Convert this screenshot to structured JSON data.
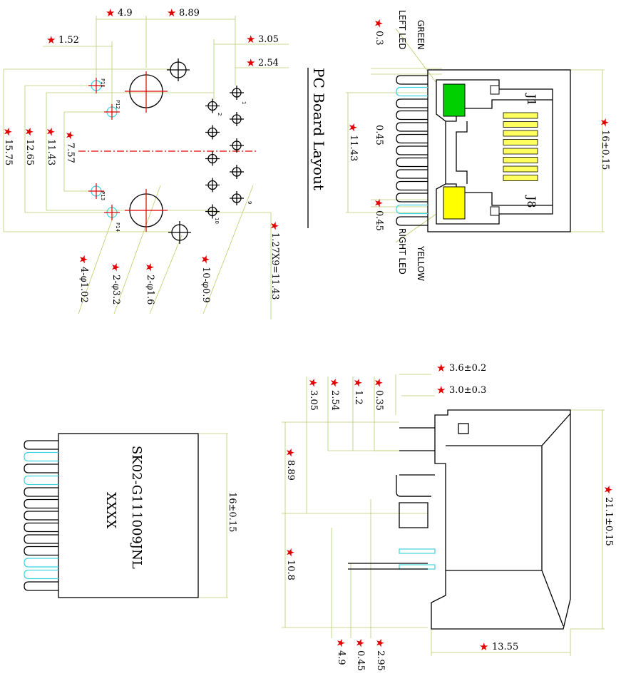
{
  "colors": {
    "dimension_line": "#b7cf6a",
    "star": "#e00000",
    "centerline": "#e00000",
    "pin": "#3fd3e0",
    "green_led": "#00d000",
    "yellow_led": "#ffff00",
    "contacts": "#ffff60"
  },
  "board_layout": {
    "title": "PC Board Layout",
    "dims": {
      "d4_9": "4.9",
      "d8_89": "8.89",
      "d1_52": "1.52",
      "d3_05": "3.05",
      "d2_54": "2.54",
      "d15_75": "15.75",
      "d12_65": "12.65",
      "d11_43": "11.43",
      "d7_57": "7.57",
      "d1_27x9": "1.27X9=11.43"
    },
    "holes": {
      "h4": "4-φ1.02",
      "h2a": "2-φ3.2",
      "h2b": "2-φ1.6",
      "h10": "10-φ0.9"
    },
    "pin_labels": {
      "p13a": "P11",
      "p12": "P12",
      "p13b": "P13",
      "p14": "P14",
      "n1": "1",
      "n2": "2",
      "n9": "9",
      "n10": "10"
    }
  },
  "front_view": {
    "label_green": "GREEN",
    "label_left_led": "LEFT LED",
    "label_yellow": "YELLOW",
    "label_right_led": "RIGHT LED",
    "label_j1": "J1",
    "label_j8": "J8",
    "dims": {
      "d0_3": "0.3",
      "d0_45a": "0.45",
      "d11_43": "11.43",
      "d0_45b": "0.45",
      "d16": "16±0.15"
    }
  },
  "top_view": {
    "part_number": "SK02-G111009JNL",
    "date_code": "XXXX",
    "dim": "16±0.15"
  },
  "side_view": {
    "dims": {
      "d3_6": "3.6±0.2",
      "d3_0": "3.0±0.3",
      "d3_05": "3.05",
      "d2_54": "2.54",
      "d1_2": "1.2",
      "d0_35": "0.35",
      "d8_89": "8.89",
      "d10_8": "10.8",
      "d21_1": "21.1±0.15",
      "d13_55": "13.55",
      "d4_9": "4.9",
      "d0_45": "0.45",
      "d2_95": "2.95"
    }
  }
}
